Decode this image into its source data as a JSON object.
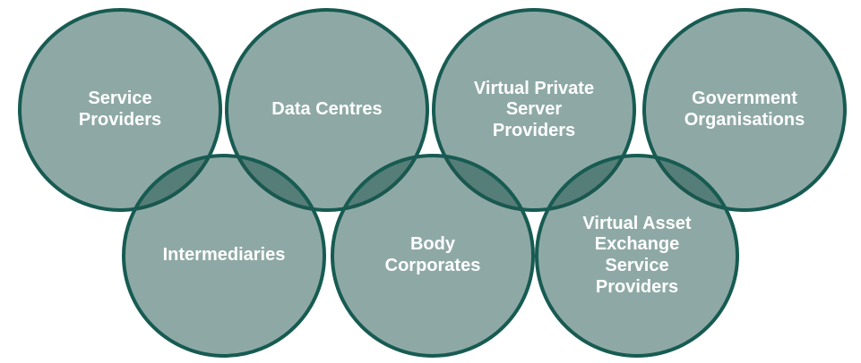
{
  "diagram": {
    "type": "overlapping-circles",
    "circles": [
      {
        "id": "service-providers",
        "row": "top",
        "label": "Service\nProviders"
      },
      {
        "id": "data-centres",
        "row": "top",
        "label": "Data Centres"
      },
      {
        "id": "virtual-private-server-providers",
        "row": "top",
        "label": "Virtual Private\nServer\nProviders"
      },
      {
        "id": "government-organisations",
        "row": "top",
        "label": "Government\nOrganisations"
      },
      {
        "id": "intermediaries",
        "row": "bottom",
        "label": "Intermediaries"
      },
      {
        "id": "body-corporates",
        "row": "bottom",
        "label": "Body\nCorporates"
      },
      {
        "id": "virtual-asset-exchange-service-providers",
        "row": "bottom",
        "label": "Virtual Asset\nExchange\nService\nProviders"
      }
    ],
    "colors": {
      "fill-color": "rgba(30, 84, 76, 0.5)",
      "fill-solid-appearance": "#8fa8a4",
      "overlap-appearance": "#4d7f78",
      "border-color": "#175b52",
      "text-color": "#ffffff",
      "background": "#ffffff"
    }
  }
}
